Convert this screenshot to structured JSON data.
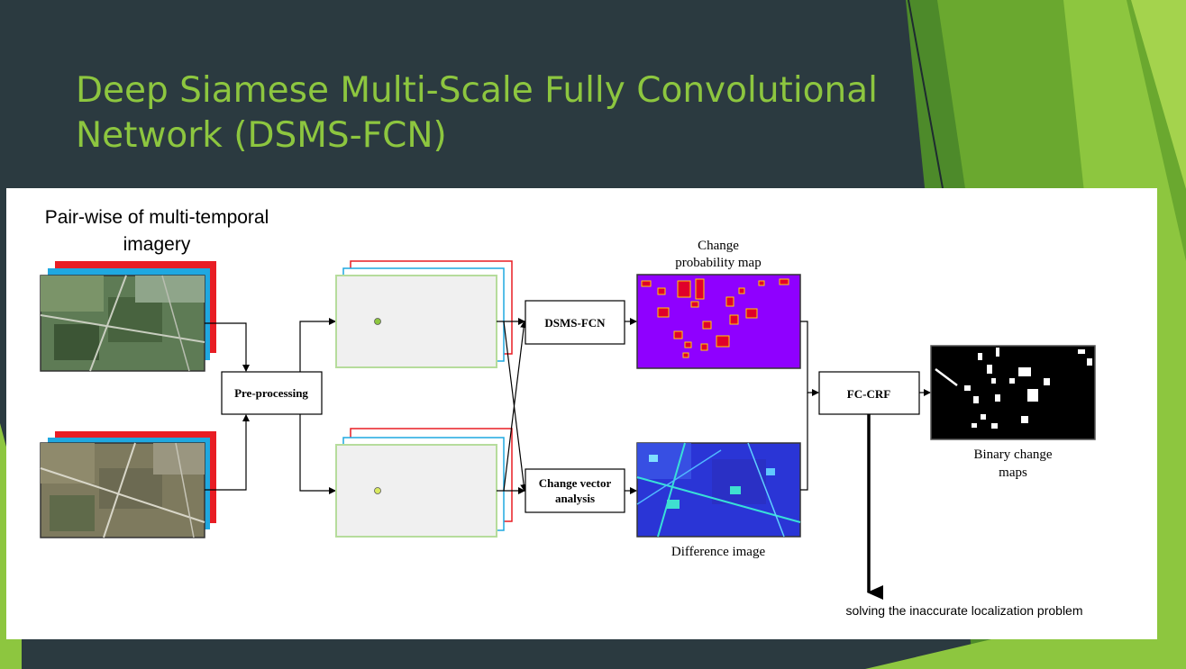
{
  "slide": {
    "title_line1": "Deep Siamese Multi-Scale Fully Convolutional",
    "title_line2": "Network (DSMS-FCN)"
  },
  "diagram": {
    "input_label_line1": "Pair-wise of multi-temporal",
    "input_label_line2": "imagery",
    "preprocessing": "Pre-processing",
    "dsms_fcn": "DSMS-FCN",
    "cva_line1": "Change vector",
    "cva_line2": "analysis",
    "change_prob_line1": "Change",
    "change_prob_line2": "probability map",
    "difference_image": "Difference image",
    "fc_crf": "FC-CRF",
    "binary_line1": "Binary change",
    "binary_line2": "maps",
    "annotation": "solving the inaccurate localization problem"
  },
  "colors": {
    "background": "#2b3a40",
    "title": "#8dc63f",
    "accent_green": "#8dc63f",
    "stack_red": "#e81d24",
    "stack_blue": "#1fa8e0",
    "feature_outline": "#b6dc9c",
    "probability_map": "#8f00ff",
    "changed_pixels": "#e1002a",
    "difference_image": "#2a35d6",
    "binary_map": "#000000"
  }
}
